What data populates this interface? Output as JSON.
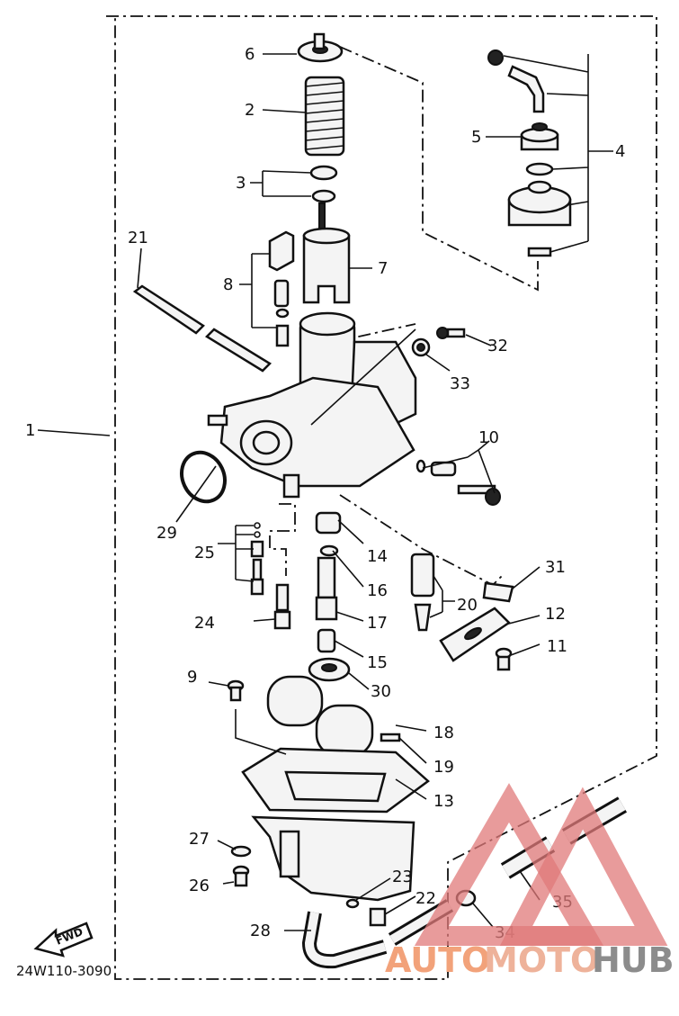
{
  "callouts": [
    {
      "id": "c6",
      "text": "6"
    },
    {
      "id": "c2",
      "text": "2"
    },
    {
      "id": "c3",
      "text": "3"
    },
    {
      "id": "c21",
      "text": "21"
    },
    {
      "id": "c8",
      "text": "8"
    },
    {
      "id": "c7",
      "text": "7"
    },
    {
      "id": "c5",
      "text": "5"
    },
    {
      "id": "c4",
      "text": "4"
    },
    {
      "id": "c32",
      "text": "32"
    },
    {
      "id": "c33",
      "text": "33"
    },
    {
      "id": "c1",
      "text": "1"
    },
    {
      "id": "c10",
      "text": "10"
    },
    {
      "id": "c29",
      "text": "29"
    },
    {
      "id": "c25",
      "text": "25"
    },
    {
      "id": "c14",
      "text": "14"
    },
    {
      "id": "c16",
      "text": "16"
    },
    {
      "id": "c31",
      "text": "31"
    },
    {
      "id": "c20",
      "text": "20"
    },
    {
      "id": "c12",
      "text": "12"
    },
    {
      "id": "c17",
      "text": "17"
    },
    {
      "id": "c24",
      "text": "24"
    },
    {
      "id": "c11",
      "text": "11"
    },
    {
      "id": "c15",
      "text": "15"
    },
    {
      "id": "c9",
      "text": "9"
    },
    {
      "id": "c30",
      "text": "30"
    },
    {
      "id": "c18",
      "text": "18"
    },
    {
      "id": "c19",
      "text": "19"
    },
    {
      "id": "c13",
      "text": "13"
    },
    {
      "id": "c27",
      "text": "27"
    },
    {
      "id": "c23",
      "text": "23"
    },
    {
      "id": "c26",
      "text": "26"
    },
    {
      "id": "c22",
      "text": "22"
    },
    {
      "id": "c35",
      "text": "35"
    },
    {
      "id": "c28",
      "text": "28"
    },
    {
      "id": "c34",
      "text": "34"
    }
  ],
  "fwd_label": "FWD",
  "diagram_code": "24W110-3090",
  "watermark": {
    "part1": "AUTO",
    "part2": "MOTO",
    "part3": "HUB"
  },
  "colors": {
    "line": "#111111",
    "watermark_red": "#e07a7a",
    "watermark_orange": "#f2a27a",
    "watermark_gray": "#8c8c8c"
  }
}
